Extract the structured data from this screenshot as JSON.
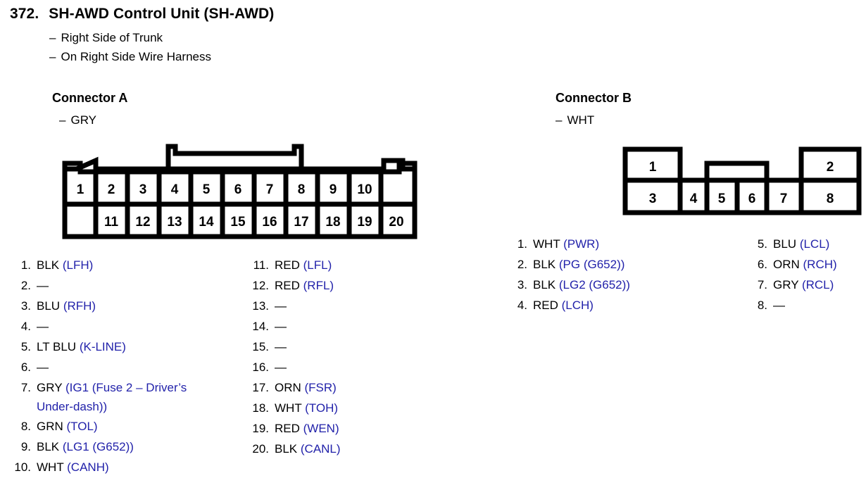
{
  "header": {
    "number": "372.",
    "title": "SH-AWD Control Unit (SH-AWD)",
    "dash": "–",
    "location_line_1": "Right Side of Trunk",
    "location_line_2": "On Right Side Wire Harness"
  },
  "colors": {
    "signal_blue": "#2222AA",
    "text_black": "#000000",
    "background": "#FFFFFF"
  },
  "connector_a": {
    "heading": "Connector A",
    "sub_dash": "–",
    "sub_color": "GRY",
    "diagram": {
      "top_row_pins": [
        "1",
        "2",
        "3",
        "4",
        "5",
        "6",
        "7",
        "8",
        "9",
        "10"
      ],
      "bottom_row_pins": [
        "11",
        "12",
        "13",
        "14",
        "15",
        "16",
        "17",
        "18",
        "19",
        "20"
      ],
      "has_top_latch": true,
      "latch_spans_pins": [
        "4",
        "7"
      ],
      "top_row_notch_left": true,
      "top_row_notch_right": true,
      "bottom_row_blank_left": true
    },
    "pins_column_1": [
      {
        "num": "1.",
        "wire": "BLK",
        "signal": "(LFH)"
      },
      {
        "num": "2.",
        "wire": "—",
        "signal": ""
      },
      {
        "num": "3.",
        "wire": "BLU",
        "signal": "(RFH)"
      },
      {
        "num": "4.",
        "wire": "—",
        "signal": ""
      },
      {
        "num": "5.",
        "wire": "LT BLU",
        "signal": "(K-LINE)"
      },
      {
        "num": "6.",
        "wire": "—",
        "signal": ""
      },
      {
        "num": "7.",
        "wire": "GRY",
        "signal": "(IG1 (Fuse 2 – Driver’s",
        "continuation": "Under-dash))"
      },
      {
        "num": "8.",
        "wire": "GRN",
        "signal": "(TOL)"
      },
      {
        "num": "9.",
        "wire": "BLK",
        "signal": "(LG1 (G652))"
      },
      {
        "num": "10.",
        "wire": "WHT",
        "signal": "(CANH)"
      }
    ],
    "pins_column_2": [
      {
        "num": "11.",
        "wire": "RED",
        "signal": "(LFL)"
      },
      {
        "num": "12.",
        "wire": "RED",
        "signal": "(RFL)"
      },
      {
        "num": "13.",
        "wire": "—",
        "signal": ""
      },
      {
        "num": "14.",
        "wire": "—",
        "signal": ""
      },
      {
        "num": "15.",
        "wire": "—",
        "signal": ""
      },
      {
        "num": "16.",
        "wire": "—",
        "signal": ""
      },
      {
        "num": "17.",
        "wire": "ORN",
        "signal": "(FSR)"
      },
      {
        "num": "18.",
        "wire": "WHT",
        "signal": "(TOH)"
      },
      {
        "num": "19.",
        "wire": "RED",
        "signal": "(WEN)"
      },
      {
        "num": "20.",
        "wire": "BLK",
        "signal": "(CANL)"
      }
    ]
  },
  "connector_b": {
    "heading": "Connector B",
    "sub_dash": "–",
    "sub_color": "WHT",
    "diagram": {
      "top_row_pins": [
        "1",
        "2"
      ],
      "bottom_row_pins": [
        "3",
        "4",
        "5",
        "6",
        "7",
        "8"
      ],
      "has_center_tab": true,
      "center_tab_spans_pins": [
        "5",
        "6"
      ]
    },
    "pins_column_1": [
      {
        "num": "1.",
        "wire": "WHT",
        "signal": "(PWR)"
      },
      {
        "num": "2.",
        "wire": "BLK",
        "signal": "(PG (G652))"
      },
      {
        "num": "3.",
        "wire": "BLK",
        "signal": "(LG2 (G652))"
      },
      {
        "num": "4.",
        "wire": "RED",
        "signal": "(LCH)"
      }
    ],
    "pins_column_2": [
      {
        "num": "5.",
        "wire": "BLU",
        "signal": "(LCL)"
      },
      {
        "num": "6.",
        "wire": "ORN",
        "signal": "(RCH)"
      },
      {
        "num": "7.",
        "wire": "GRY",
        "signal": "(RCL)"
      },
      {
        "num": "8.",
        "wire": "—",
        "signal": ""
      }
    ]
  }
}
